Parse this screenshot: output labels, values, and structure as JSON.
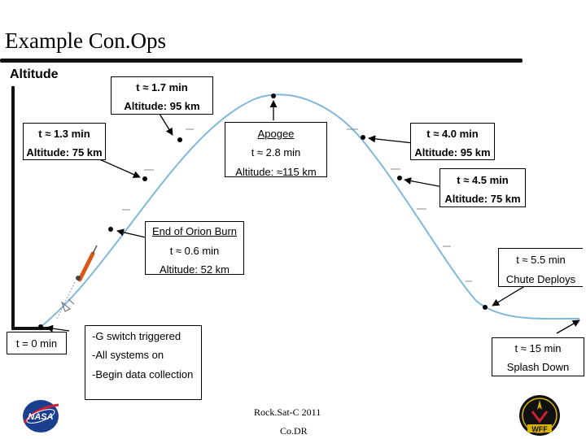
{
  "title": "Example Con.Ops",
  "y_axis_label": "Altitude",
  "events": {
    "t17": {
      "line1": "t ≈ 1.7 min",
      "line2": "Altitude: 95 km"
    },
    "t13": {
      "line1": "t ≈ 1.3 min",
      "line2": "Altitude: 75 km"
    },
    "apogee": {
      "line1": "Apogee",
      "line2": "t ≈ 2.8 min",
      "line3": "Altitude: ≈115 km"
    },
    "t40": {
      "line1": "t ≈ 4.0 min",
      "line2": "Altitude: 95 km"
    },
    "t45": {
      "line1": "t ≈ 4.5 min",
      "line2": "Altitude: 75 km"
    },
    "orion": {
      "line1": "End of Orion Burn",
      "line2": "t ≈ 0.6 min",
      "line3": "Altitude: 52 km"
    },
    "chute": {
      "line1": "t ≈ 5.5 min",
      "line2": "Chute Deploys"
    },
    "launch": {
      "line1": "t = 0 min"
    },
    "gswitch": {
      "line1": "-G switch triggered",
      "line2": "-All systems on",
      "line3": "-Begin data collection"
    },
    "splash": {
      "line1": "t ≈ 15 min",
      "line2": "Splash Down"
    }
  },
  "footer": {
    "line1": "Rock.Sat-C 2011",
    "line2": "Co.DR"
  },
  "logos": {
    "left": "NASA",
    "right": "WFF"
  },
  "colors": {
    "trajectory": "#7fb8dc",
    "rocket": "#d9591b",
    "rule": "#111111"
  }
}
